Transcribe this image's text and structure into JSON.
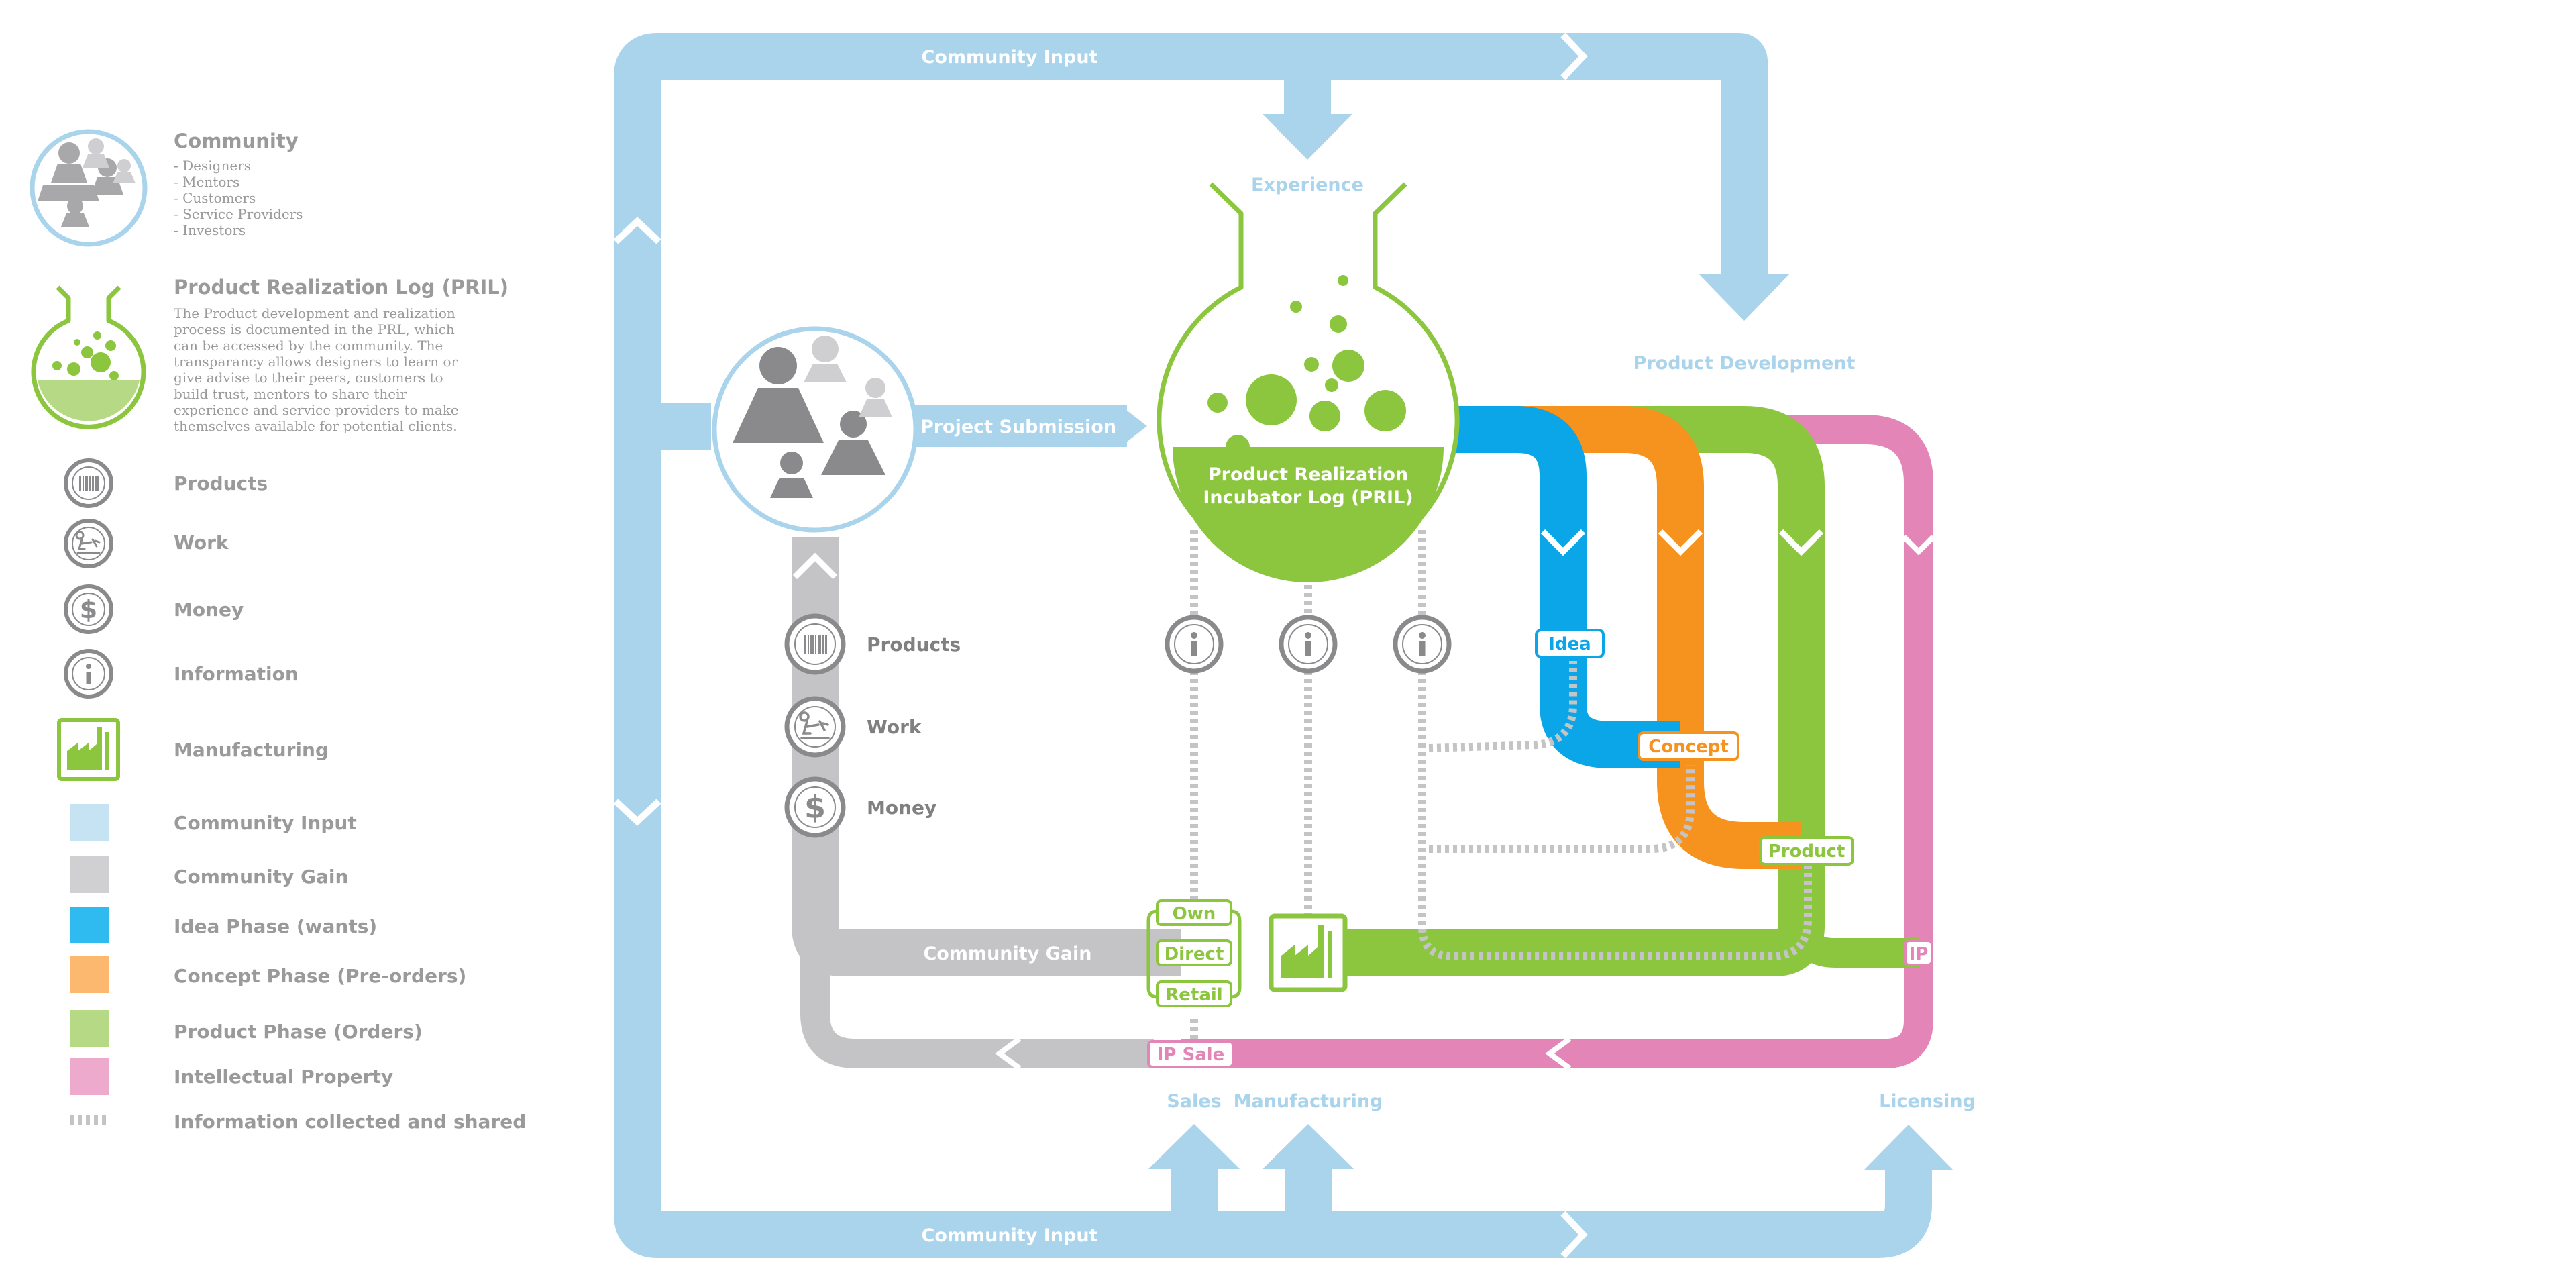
{
  "colors": {
    "community_input": "#a9d4ec",
    "community_gain": "#c4c4c6",
    "idea": "#0aa6e8",
    "concept": "#f6921e",
    "product": "#8cc63f",
    "ip": "#e385b7",
    "icon_grey": "#8a8a8c",
    "legend_text": "#9a9a9a"
  },
  "legend": {
    "community": {
      "title": "Community",
      "items": [
        "- Designers",
        "- Mentors",
        "- Customers",
        "- Service Providers",
        "- Investors"
      ]
    },
    "pril": {
      "title": "Product Realization Log (PRIL)",
      "lines": [
        "The Product development and realization",
        "process is documented in the PRL, which",
        "can be accessed by the community. The",
        "transparancy allows designers to learn or",
        "give advise to their peers, customers to",
        "build trust, mentors to share their",
        "experience and service providers to make",
        "themselves available for potential clients."
      ]
    },
    "icons": {
      "products": "Products",
      "work": "Work",
      "money": "Money",
      "information": "Information",
      "manufacturing": "Manufacturing"
    },
    "swatches": {
      "community_input": "Community Input",
      "community_gain": "Community Gain",
      "idea_phase": "Idea Phase (wants)",
      "concept_phase": "Concept Phase (Pre-orders)",
      "product_phase": "Product Phase (Orders)",
      "intellectual_property": "Intellectual Property",
      "information_shared": "Information collected and shared"
    }
  },
  "diagram": {
    "community_input_top": "Community Input",
    "community_input_bottom": "Community Input",
    "experience": "Experience",
    "product_development": "Product Development",
    "project_submission": "Project Submission",
    "flask_line1": "Product Realization",
    "flask_line2": "Incubator Log (PRIL)",
    "products": "Products",
    "work": "Work",
    "money": "Money",
    "community_gain": "Community Gain",
    "idea": "Idea",
    "concept": "Concept",
    "product": "Product",
    "ip": "IP",
    "own": "Own",
    "direct": "Direct",
    "retail": "Retail",
    "ip_sale": "IP Sale",
    "sales": "Sales",
    "manufacturing": "Manufacturing",
    "licensing": "Licensing"
  }
}
